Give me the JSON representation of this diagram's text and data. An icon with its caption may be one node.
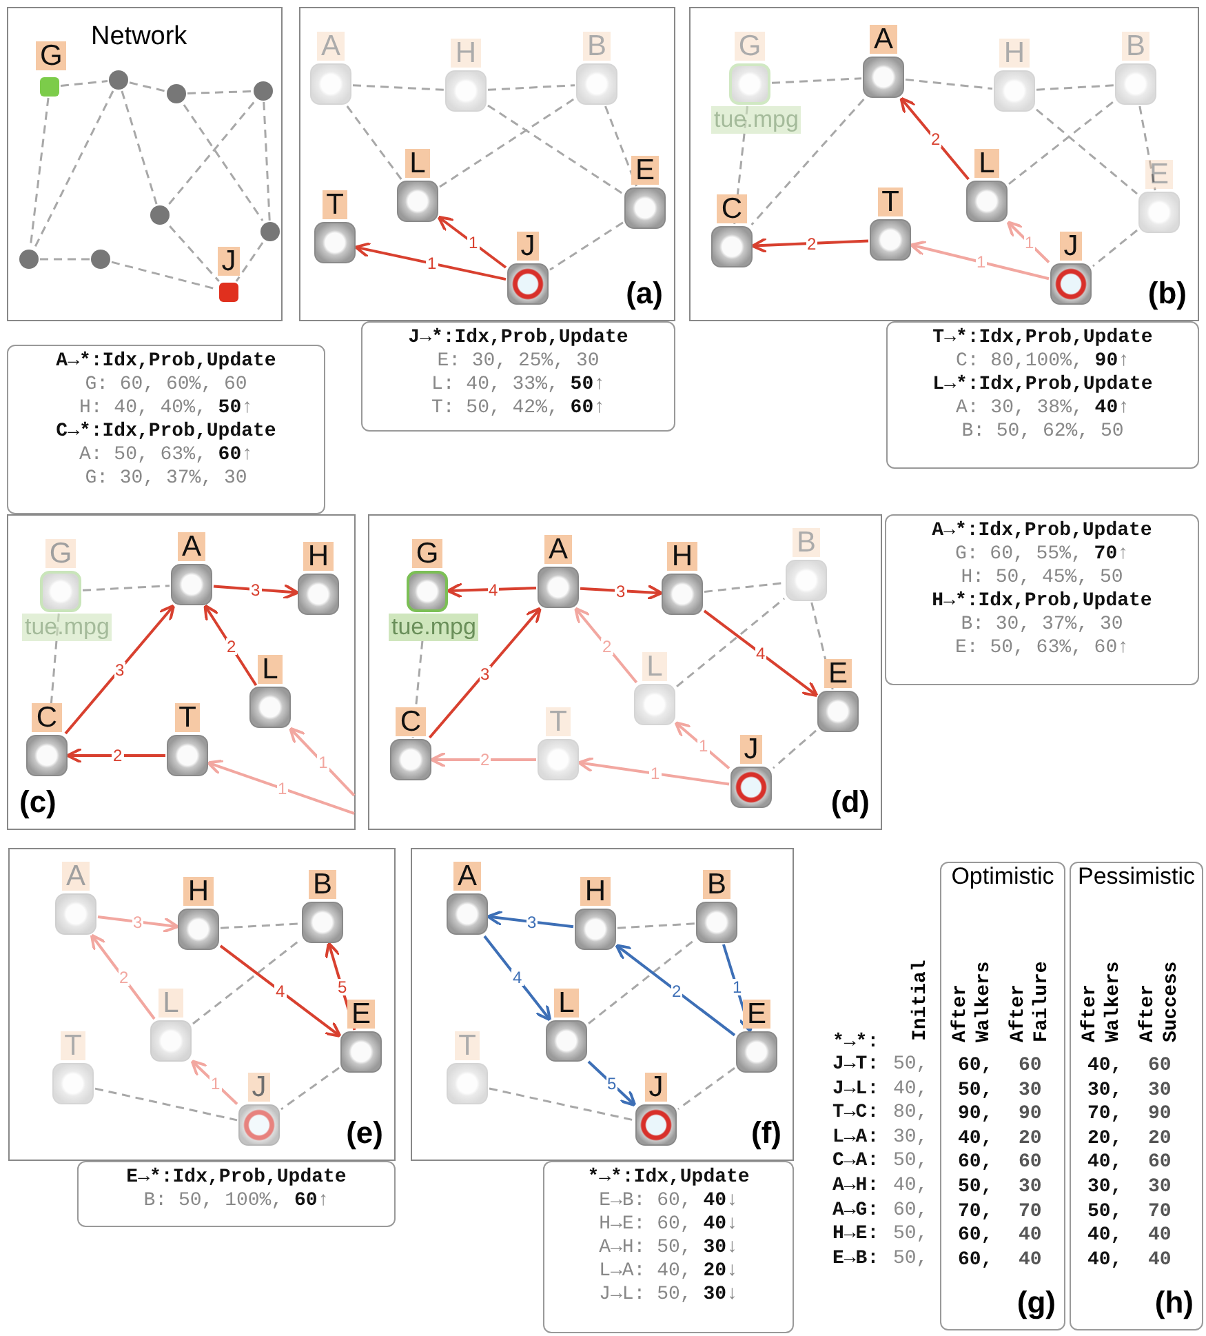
{
  "diagram": {
    "nodes": [
      {
        "text": [
          "Network"
        ]
      },
      {
        "text": [
          "G"
        ],
        "in": 0
      },
      {
        "text": [],
        "shape": "circle",
        "in": 0
      },
      {
        "text": [],
        "shape": "circle",
        "in": 0
      },
      {
        "text": [],
        "shape": "circle",
        "in": 0
      },
      {
        "text": [],
        "shape": "circle",
        "in": 0
      },
      {
        "text": [],
        "shape": "circle",
        "in": 0
      },
      {
        "text": [],
        "shape": "circle",
        "in": 0
      },
      {
        "text": [],
        "shape": "circle",
        "in": 0
      },
      {
        "text": [
          "J"
        ],
        "in": 0
      },
      {
        "text": [
          "(a)"
        ]
      },
      {
        "text": [
          "A"
        ],
        "in": 10
      },
      {
        "text": [
          "H"
        ],
        "in": 10
      },
      {
        "text": [
          "B"
        ],
        "in": 10
      },
      {
        "text": [
          "L"
        ],
        "in": 10
      },
      {
        "text": [
          "T"
        ],
        "in": 10
      },
      {
        "text": [
          "E"
        ],
        "in": 10
      },
      {
        "text": [
          "J"
        ],
        "in": 10
      },
      {
        "text": [
          "J→*:Idx,Prob,Update",
          "E: 30, 25%, 30",
          "L: 40, 33%, **50**↑",
          "T: 50, 42%, **60**↑"
        ]
      },
      {
        "text": [
          "(b)"
        ]
      },
      {
        "text": [
          "G"
        ],
        "in": 19,
        "beside": [
          "tue.mpg"
        ]
      },
      {
        "text": [
          "A"
        ],
        "in": 19
      },
      {
        "text": [
          "H"
        ],
        "in": 19
      },
      {
        "text": [
          "B"
        ],
        "in": 19
      },
      {
        "text": [
          "L"
        ],
        "in": 19
      },
      {
        "text": [
          "C"
        ],
        "in": 19
      },
      {
        "text": [
          "T"
        ],
        "in": 19
      },
      {
        "text": [
          "E"
        ],
        "in": 19
      },
      {
        "text": [
          "J"
        ],
        "in": 19
      },
      {
        "text": [
          "T→*:Idx,Prob,Update",
          "C: 80,100%, **90**↑",
          "L→*:Idx,Prob,Update",
          "A: 30, 38%, **40**↑",
          "B: 50, 62%, 50"
        ]
      },
      {
        "text": [
          "A→*:Idx,Prob,Update",
          "G: 60, 60%, 60",
          "H: 40, 40%, **50**↑",
          "C→*:Idx,Prob,Update",
          "A: 50, 63%, **60**↑",
          "G: 30, 37%, 30"
        ]
      },
      {
        "text": [
          "(c)"
        ]
      },
      {
        "text": [
          "G"
        ],
        "in": 31,
        "beside": [
          "tue.mpg"
        ]
      },
      {
        "text": [
          "A"
        ],
        "in": 31
      },
      {
        "text": [
          "H"
        ],
        "in": 31
      },
      {
        "text": [
          "L"
        ],
        "in": 31
      },
      {
        "text": [
          "C"
        ],
        "in": 31
      },
      {
        "text": [
          "T"
        ],
        "in": 31
      },
      {
        "text": [
          "(d)"
        ]
      },
      {
        "text": [
          "G"
        ],
        "in": 38,
        "beside": [
          "tue.mpg"
        ]
      },
      {
        "text": [
          "A"
        ],
        "in": 38
      },
      {
        "text": [
          "H"
        ],
        "in": 38
      },
      {
        "text": [
          "B"
        ],
        "in": 38
      },
      {
        "text": [
          "L"
        ],
        "in": 38
      },
      {
        "text": [
          "C"
        ],
        "in": 38
      },
      {
        "text": [
          "T"
        ],
        "in": 38
      },
      {
        "text": [
          "E"
        ],
        "in": 38
      },
      {
        "text": [
          "J"
        ],
        "in": 38
      },
      {
        "text": [
          "A→*:Idx,Prob,Update",
          "G: 60, 55%, **70**↑",
          "H: 50, 45%, 50",
          "H→*:Idx,Prob,Update",
          "B: 30, 37%, 30",
          "E: 50, 63%, 60↑"
        ]
      },
      {
        "text": [
          "(e)"
        ]
      },
      {
        "text": [
          "A"
        ],
        "in": 49
      },
      {
        "text": [
          "H"
        ],
        "in": 49
      },
      {
        "text": [
          "B"
        ],
        "in": 49
      },
      {
        "text": [
          "L"
        ],
        "in": 49
      },
      {
        "text": [
          "E"
        ],
        "in": 49
      },
      {
        "text": [
          "T"
        ],
        "in": 49
      },
      {
        "text": [
          "J"
        ],
        "in": 49
      },
      {
        "text": [
          "E→*:Idx,Prob,Update",
          "B: 50, 100%, **60**↑"
        ]
      },
      {
        "text": [
          "(f)"
        ]
      },
      {
        "text": [
          "A"
        ],
        "in": 58
      },
      {
        "text": [
          "H"
        ],
        "in": 58
      },
      {
        "text": [
          "B"
        ],
        "in": 58
      },
      {
        "text": [
          "L"
        ],
        "in": 58
      },
      {
        "text": [
          "E"
        ],
        "in": 58
      },
      {
        "text": [
          "T"
        ],
        "in": 58
      },
      {
        "text": [
          "J"
        ],
        "in": 58
      },
      {
        "text": [
          "*→*:Idx,Update",
          "E→B: 60, **40**↓",
          "H→E: 60, **40**↓",
          "A→H: 50, **30**↓",
          "L→A: 40, **20**↓",
          "J→L: 50, **30**↓"
        ]
      },
      {
        "text": [
          "Optimistic",
          "After Walkers",
          "After Failure",
          "60,",
          "60",
          "50,",
          "30",
          "90,",
          "90",
          "40,",
          "20",
          "60,",
          "60",
          "50,",
          "30",
          "70,",
          "70",
          "60,",
          "40",
          "60,",
          "40",
          "(g)"
        ]
      },
      {
        "text": [
          "Pessimistic",
          "After Walkers",
          "After Success",
          "40,",
          "60",
          "30,",
          "30",
          "70,",
          "90",
          "20,",
          "20",
          "40,",
          "60",
          "30,",
          "30",
          "50,",
          "70",
          "40,",
          "40",
          "40,",
          "40",
          "(h)"
        ]
      }
    ],
    "edges": [
      {
        "from": 1,
        "to": 2,
        "arrow": "none",
        "style": "dashed"
      },
      {
        "from": 2,
        "to": 3,
        "arrow": "none",
        "style": "dashed"
      },
      {
        "from": 3,
        "to": 4,
        "arrow": "none",
        "style": "dashed"
      },
      {
        "from": 1,
        "to": 7,
        "arrow": "none",
        "style": "dashed"
      },
      {
        "from": 2,
        "to": 7,
        "arrow": "none",
        "style": "dashed"
      },
      {
        "from": 2,
        "to": 5,
        "arrow": "none",
        "style": "dashed"
      },
      {
        "from": 5,
        "to": 4,
        "arrow": "none",
        "style": "dashed"
      },
      {
        "from": 3,
        "to": 6,
        "arrow": "none",
        "style": "dashed"
      },
      {
        "from": 4,
        "to": 6,
        "arrow": "none",
        "style": "dashed"
      },
      {
        "from": 7,
        "to": 8,
        "arrow": "none",
        "style": "dashed"
      },
      {
        "from": 8,
        "to": 9,
        "arrow": "none",
        "style": "dashed"
      },
      {
        "from": 5,
        "to": 9,
        "arrow": "none",
        "style": "dashed"
      },
      {
        "from": 6,
        "to": 9,
        "arrow": "none",
        "style": "dashed"
      },
      {
        "from": 11,
        "to": 12,
        "arrow": "none",
        "style": "dashed"
      },
      {
        "from": 12,
        "to": 13,
        "arrow": "none",
        "style": "dashed"
      },
      {
        "from": 11,
        "to": 14,
        "arrow": "none",
        "style": "dashed"
      },
      {
        "from": 14,
        "to": 13,
        "arrow": "none",
        "style": "dashed"
      },
      {
        "from": 12,
        "to": 16,
        "arrow": "none",
        "style": "dashed"
      },
      {
        "from": 13,
        "to": 16,
        "arrow": "none",
        "style": "dashed"
      },
      {
        "from": 16,
        "to": 17,
        "arrow": "none",
        "style": "dashed"
      },
      {
        "from": 17,
        "to": 15,
        "arrow": "to",
        "label": "1",
        "color": "#d8402f"
      },
      {
        "from": 17,
        "to": 14,
        "arrow": "to",
        "label": "1",
        "color": "#d8402f"
      },
      {
        "from": 20,
        "to": 21,
        "arrow": "none",
        "style": "dashed"
      },
      {
        "from": 20,
        "to": 25,
        "arrow": "none",
        "style": "dashed"
      },
      {
        "from": 21,
        "to": 25,
        "arrow": "none",
        "style": "dashed"
      },
      {
        "from": 21,
        "to": 22,
        "arrow": "none",
        "style": "dashed"
      },
      {
        "from": 22,
        "to": 23,
        "arrow": "none",
        "style": "dashed"
      },
      {
        "from": 24,
        "to": 23,
        "arrow": "none",
        "style": "dashed"
      },
      {
        "from": 22,
        "to": 27,
        "arrow": "none",
        "style": "dashed"
      },
      {
        "from": 23,
        "to": 27,
        "arrow": "none",
        "style": "dashed"
      },
      {
        "from": 27,
        "to": 28,
        "arrow": "none",
        "style": "dashed"
      },
      {
        "from": 28,
        "to": 26,
        "arrow": "to",
        "label": "1",
        "color": "#f2a7a0"
      },
      {
        "from": 28,
        "to": 24,
        "arrow": "to",
        "label": "1",
        "color": "#f2a7a0"
      },
      {
        "from": 26,
        "to": 25,
        "arrow": "to",
        "label": "2",
        "color": "#d8402f"
      },
      {
        "from": 24,
        "to": 21,
        "arrow": "to",
        "label": "2",
        "color": "#d8402f"
      },
      {
        "from": 32,
        "to": 33,
        "arrow": "none",
        "style": "dashed"
      },
      {
        "from": 32,
        "to": 36,
        "arrow": "none",
        "style": "dashed"
      },
      {
        "from": 33,
        "to": 34,
        "arrow": "to",
        "label": "3",
        "color": "#d8402f"
      },
      {
        "from": 35,
        "to": 33,
        "arrow": "to",
        "label": "2",
        "color": "#d8402f"
      },
      {
        "from": 36,
        "to": 33,
        "arrow": "to",
        "label": "3",
        "color": "#d8402f"
      },
      {
        "from": 37,
        "to": 36,
        "arrow": "to",
        "label": "2",
        "color": "#d8402f"
      },
      {
        "from": null,
        "to": 37,
        "arrow": "to",
        "label": "1",
        "color": "#f2a7a0"
      },
      {
        "from": null,
        "to": 35,
        "arrow": "to",
        "label": "1",
        "color": "#f2a7a0"
      },
      {
        "from": 39,
        "to": 44,
        "arrow": "none",
        "style": "dashed"
      },
      {
        "from": 41,
        "to": 42,
        "arrow": "none",
        "style": "dashed"
      },
      {
        "from": 43,
        "to": 42,
        "arrow": "none",
        "style": "dashed"
      },
      {
        "from": 42,
        "to": 46,
        "arrow": "none",
        "style": "dashed"
      },
      {
        "from": 46,
        "to": 47,
        "arrow": "none",
        "style": "dashed"
      },
      {
        "from": 40,
        "to": 39,
        "arrow": "to",
        "label": "4",
        "color": "#d8402f"
      },
      {
        "from": 40,
        "to": 41,
        "arrow": "to",
        "label": "3",
        "color": "#d8402f"
      },
      {
        "from": 41,
        "to": 46,
        "arrow": "to",
        "label": "4",
        "color": "#d8402f"
      },
      {
        "from": 44,
        "to": 40,
        "arrow": "to",
        "label": "3",
        "color": "#d8402f"
      },
      {
        "from": 43,
        "to": 40,
        "arrow": "to",
        "label": "2",
        "color": "#f2a7a0"
      },
      {
        "from": 45,
        "to": 44,
        "arrow": "to",
        "label": "2",
        "color": "#f2a7a0"
      },
      {
        "from": 47,
        "to": 45,
        "arrow": "to",
        "label": "1",
        "color": "#f2a7a0"
      },
      {
        "from": 47,
        "to": 43,
        "arrow": "to",
        "label": "1",
        "color": "#f2a7a0"
      },
      {
        "from": 51,
        "to": 52,
        "arrow": "none",
        "style": "dashed"
      },
      {
        "from": 53,
        "to": 52,
        "arrow": "none",
        "style": "dashed"
      },
      {
        "from": 54,
        "to": 56,
        "arrow": "none",
        "style": "dashed"
      },
      {
        "from": 55,
        "to": 56,
        "arrow": "none",
        "style": "dashed"
      },
      {
        "from": 50,
        "to": 51,
        "arrow": "to",
        "label": "3",
        "color": "#f2a7a0"
      },
      {
        "from": 53,
        "to": 50,
        "arrow": "to",
        "label": "2",
        "color": "#f2a7a0"
      },
      {
        "from": 51,
        "to": 54,
        "arrow": "to",
        "label": "4",
        "color": "#d8402f"
      },
      {
        "from": 54,
        "to": 52,
        "arrow": "to",
        "label": "5",
        "color": "#d8402f"
      },
      {
        "from": 56,
        "to": 53,
        "arrow": "to",
        "label": "1",
        "color": "#f2a7a0"
      },
      {
        "from": 60,
        "to": 61,
        "arrow": "none",
        "style": "dashed"
      },
      {
        "from": 62,
        "to": 61,
        "arrow": "none",
        "style": "dashed"
      },
      {
        "from": 63,
        "to": 65,
        "arrow": "none",
        "style": "dashed"
      },
      {
        "from": 64,
        "to": 65,
        "arrow": "none",
        "style": "dashed"
      },
      {
        "from": 60,
        "to": 59,
        "arrow": "to",
        "label": "3",
        "color": "#3d6fb6"
      },
      {
        "from": 59,
        "to": 62,
        "arrow": "to",
        "label": "4",
        "color": "#3d6fb6"
      },
      {
        "from": 63,
        "to": 60,
        "arrow": "to",
        "label": "2",
        "color": "#3d6fb6"
      },
      {
        "from": 61,
        "to": 63,
        "arrow": "to",
        "label": "1",
        "color": "#3d6fb6"
      },
      {
        "from": 62,
        "to": 65,
        "arrow": "to",
        "label": "5",
        "color": "#3d6fb6"
      }
    ],
    "labels": [
      "*→*:",
      "Initial",
      "J→T:",
      "50,",
      "J→L:",
      "40,",
      "T→C:",
      "80,",
      "L→A:",
      "30,",
      "C→A:",
      "50,",
      "A→H:",
      "40,",
      "A→G:",
      "60,",
      "H→E:",
      "50,",
      "E→B:",
      "50,"
    ]
  }
}
